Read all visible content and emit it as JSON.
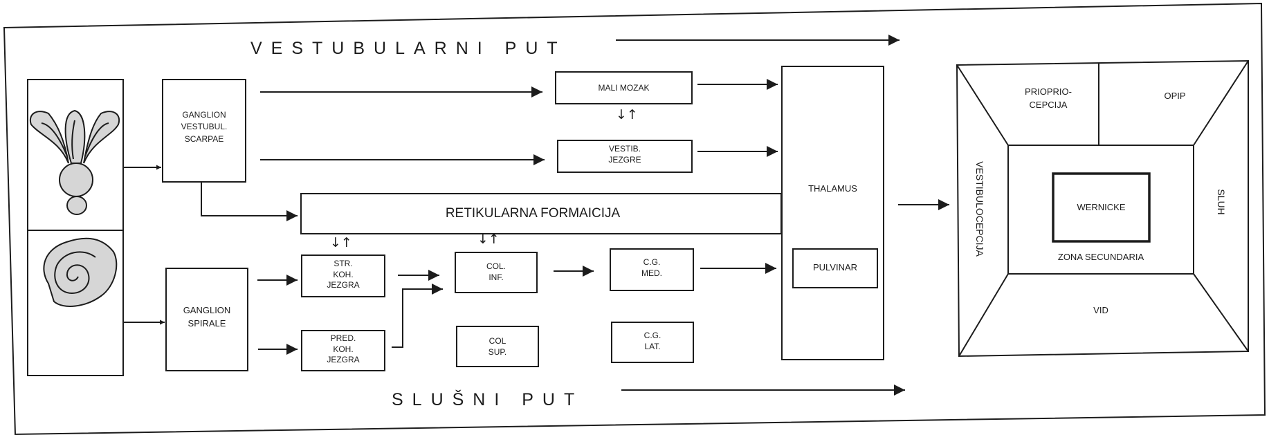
{
  "title_vestibular": "VESTUBULARNI PUT",
  "title_auditory": "SLUŠNI PUT",
  "ganglion_vestibular": [
    "GANGLION",
    "VESTUBUL.",
    "SCARPAE"
  ],
  "ganglion_spiral": [
    "GANGLION",
    "SPIRALE"
  ],
  "mali_mozak": "MALI MOZAK",
  "vestib_jezgre": [
    "VESTIB.",
    "JEZGRE"
  ],
  "retikularna": "RETIKULARNA FORMAICIJA",
  "str_koh": [
    "STR.",
    "KOH.",
    "JEZGRA"
  ],
  "pred_koh": [
    "PRED.",
    "KOH.",
    "JEZGRA"
  ],
  "col_inf": [
    "COL.",
    "INF."
  ],
  "col_sup": [
    "COL",
    "SUP."
  ],
  "cg_med": [
    "C.G.",
    "MED."
  ],
  "cg_lat": [
    "C.G.",
    "LAT."
  ],
  "thalamus": "THALAMUS",
  "pulvinar": "PULVINAR",
  "cortex": {
    "proprio": [
      "PRIOPRIO-",
      "CEPCIJA"
    ],
    "opip": "OPIP",
    "vestibulocepcija": "VESTIBULOCEPCIJA",
    "sluh": "SLUH",
    "wernicke": "WERNICKE",
    "zona_secundaria": "ZONA SECUNDARIA",
    "vid": "VID"
  },
  "updown_symbol": "↓↑",
  "colors": {
    "ink": "#1c1c1c",
    "fill": "#d6d6d6",
    "background": "#ffffff"
  }
}
